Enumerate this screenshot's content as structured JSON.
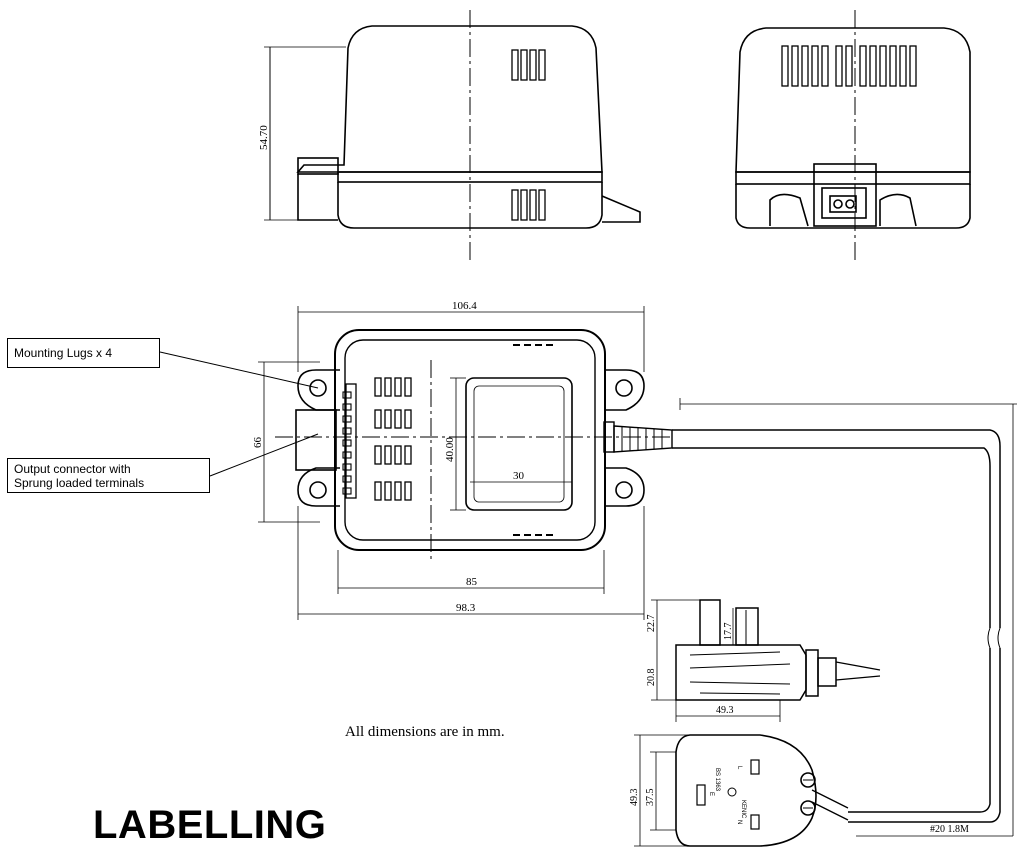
{
  "callouts": {
    "mounting_lugs": "Mounting Lugs x 4",
    "output_connector_line1": "Output connector with",
    "output_connector_line2": "Sprung loaded terminals"
  },
  "dimensions": {
    "height": "54.70",
    "overall_length": "106.4",
    "width": "66",
    "label_height": "40.00",
    "label_width": "30",
    "body_length": "85",
    "lug_span": "98.3",
    "pin_length": "22.7",
    "earth_pin": "17.7",
    "plug_height": "20.8",
    "plug_depth": "49.3",
    "plug_face_height": "49.3",
    "plug_face_inner": "37.5",
    "cable_spec": "#20   1.8M"
  },
  "plug_markings": {
    "pin_l": "L",
    "pin_n": "N",
    "pin_e": "E",
    "brand": "KENIC",
    "rating": "BS 1363"
  },
  "note": "All dimensions are in mm.",
  "heading": "LABELLING"
}
